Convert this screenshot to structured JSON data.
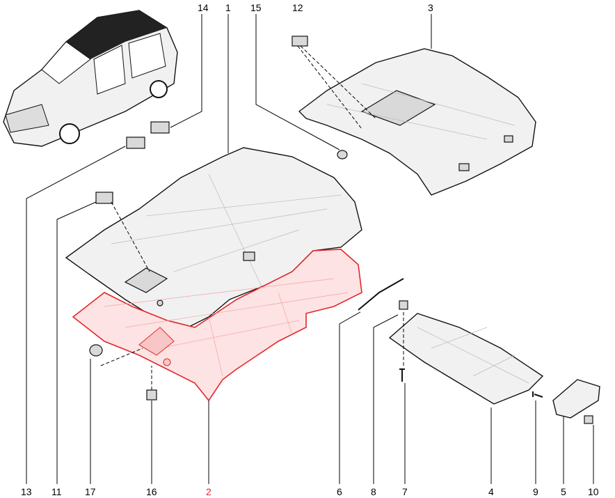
{
  "diagram": {
    "labels_top": [
      "14",
      "1",
      "15",
      "12",
      "3"
    ],
    "labels_bottom": [
      "13",
      "11",
      "17",
      "16",
      "2",
      "6",
      "8",
      "7",
      "4",
      "9",
      "5",
      "10"
    ],
    "highlight_label": "2",
    "highlight_color": "#e3262a"
  }
}
